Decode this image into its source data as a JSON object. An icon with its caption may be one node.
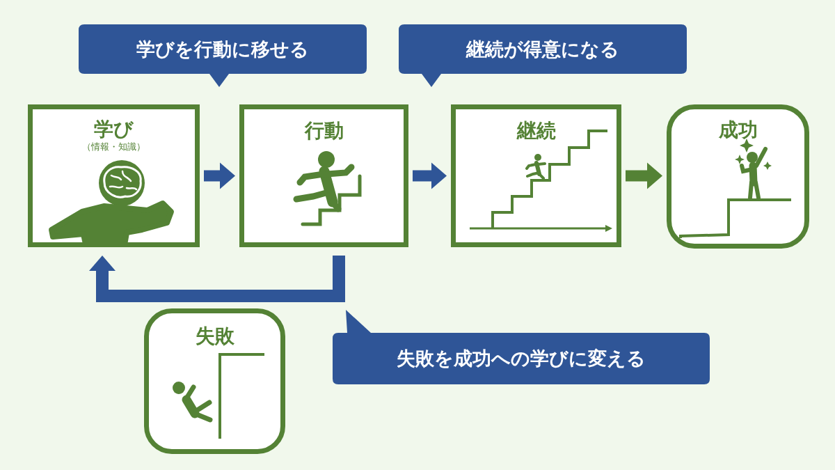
{
  "diagram": {
    "nodes": [
      {
        "text": [
          "学び",
          "（情報・知識）"
        ]
      },
      {
        "text": [
          "行動"
        ]
      },
      {
        "text": [
          "継続"
        ]
      },
      {
        "text": [
          "成功"
        ]
      },
      {
        "text": [
          "失敗"
        ]
      },
      {
        "text": [
          "学びを行動に移せる"
        ]
      },
      {
        "text": [
          "継続が得意になる"
        ]
      },
      {
        "text": [
          "失敗を成功への学びに変える"
        ]
      }
    ],
    "edges": [
      {
        "from": 0,
        "to": 1,
        "arrow": "to"
      },
      {
        "from": 1,
        "to": 2,
        "arrow": "to"
      },
      {
        "from": 2,
        "to": 3,
        "arrow": "to",
        "color": "#548235"
      },
      {
        "from": 1,
        "to": 0,
        "arrow": "to"
      }
    ]
  }
}
